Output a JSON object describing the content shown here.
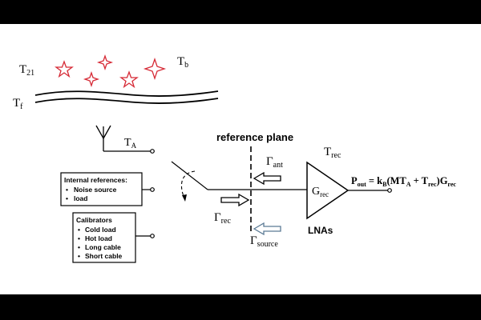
{
  "labels": {
    "t21": "T",
    "t21_sub": "21",
    "tb": "T",
    "tb_sub": "b",
    "tf": "T",
    "tf_sub": "f",
    "ta": "T",
    "ta_sub": "A",
    "reference_plane": "reference plane",
    "gamma_ant": "Γ",
    "gamma_ant_sub": "ant",
    "gamma_rec": "Γ",
    "gamma_rec_sub": "rec",
    "gamma_source": "Γ",
    "gamma_source_sub": "source",
    "trec": "T",
    "trec_sub": "rec",
    "grec": "G",
    "grec_sub": "rec",
    "lnas": "LNAs",
    "pout_p": "P",
    "pout_sub": "out",
    "pout_eq": " = k",
    "pout_kb_sub": "B",
    "pout_mid": "(MT",
    "pout_ta_sub": "A",
    "pout_plus": " + T",
    "pout_trec_sub": "rec",
    "pout_close": ")G",
    "pout_grec_sub": "rec"
  },
  "internal_references": {
    "title": "Internal references:",
    "items": [
      "Noise source",
      "load"
    ]
  },
  "calibrators": {
    "title": "Calibrators",
    "items": [
      "Cold load",
      "Hot load",
      "Long cable",
      "Short cable"
    ]
  },
  "colors": {
    "stars": "#d62a36",
    "ink": "#000000",
    "source_arrow": "#5a7a94"
  }
}
